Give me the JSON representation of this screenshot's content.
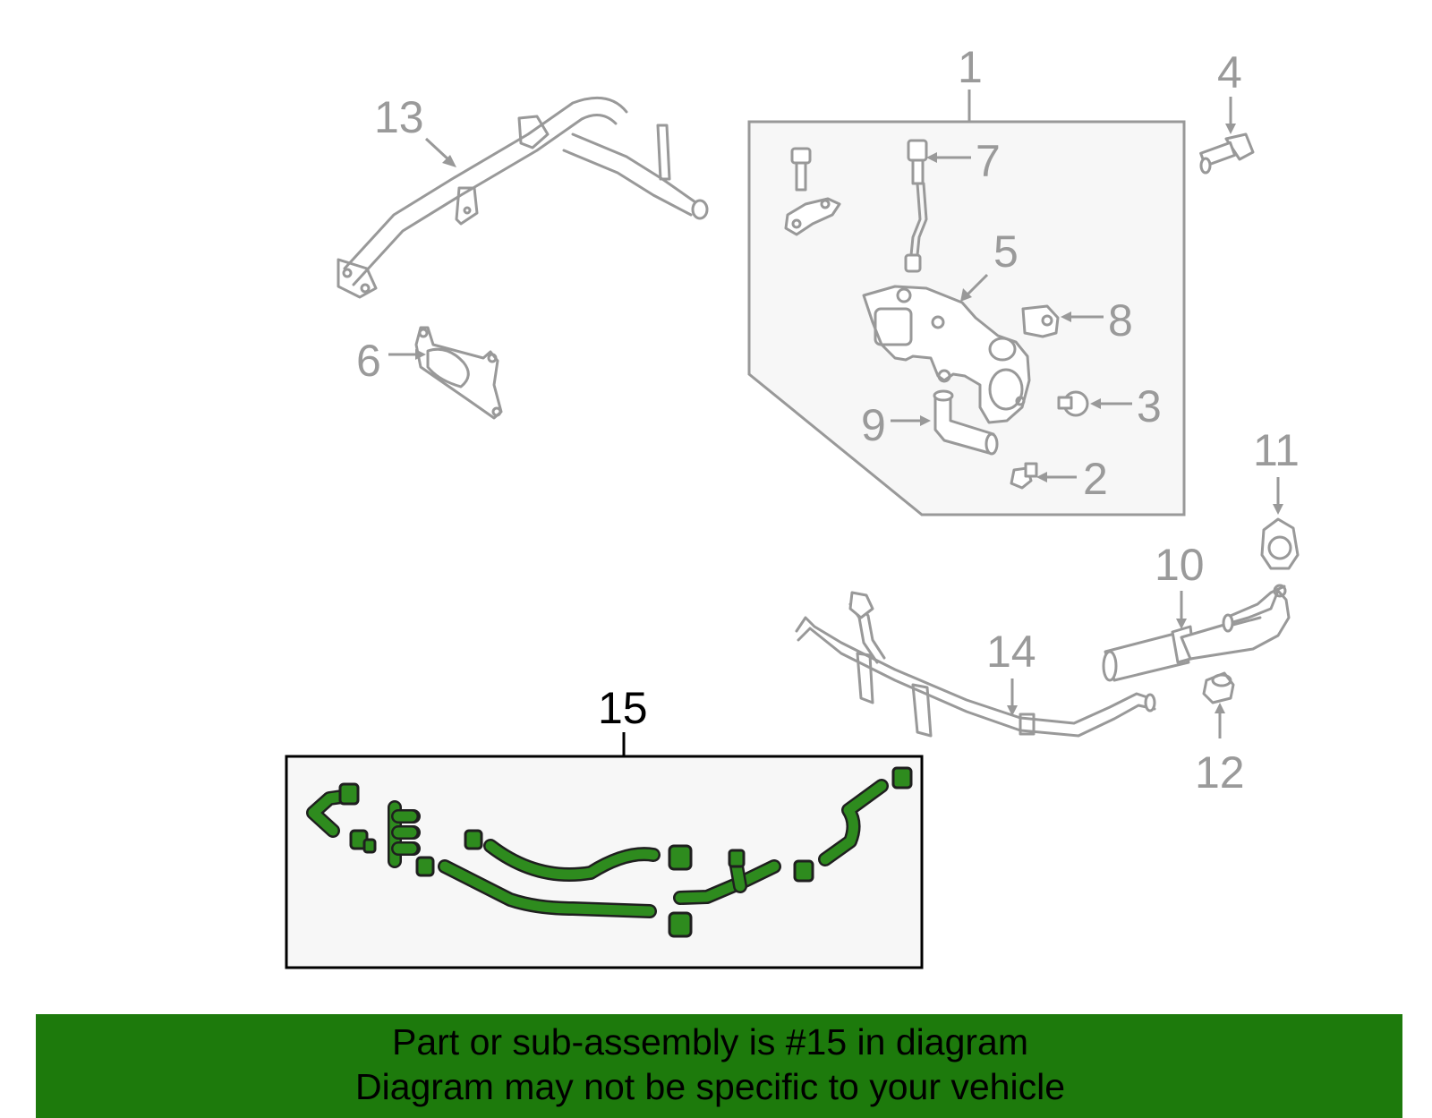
{
  "callouts": {
    "c1": "1",
    "c2": "2",
    "c3": "3",
    "c4": "4",
    "c5": "5",
    "c6": "6",
    "c7": "7",
    "c8": "8",
    "c9": "9",
    "c10": "10",
    "c11": "11",
    "c12": "12",
    "c13": "13",
    "c14": "14",
    "c15": "15"
  },
  "highlighted_part": "15",
  "colors": {
    "banner_bg": "#1d7a0c",
    "hose_green": "#2e8b1e",
    "part_outline": "#999999",
    "box_fill": "#f7f7f7"
  },
  "banner": {
    "line1": "Part or sub-assembly is #15 in diagram",
    "line2": "Diagram may not be specific to your vehicle"
  }
}
